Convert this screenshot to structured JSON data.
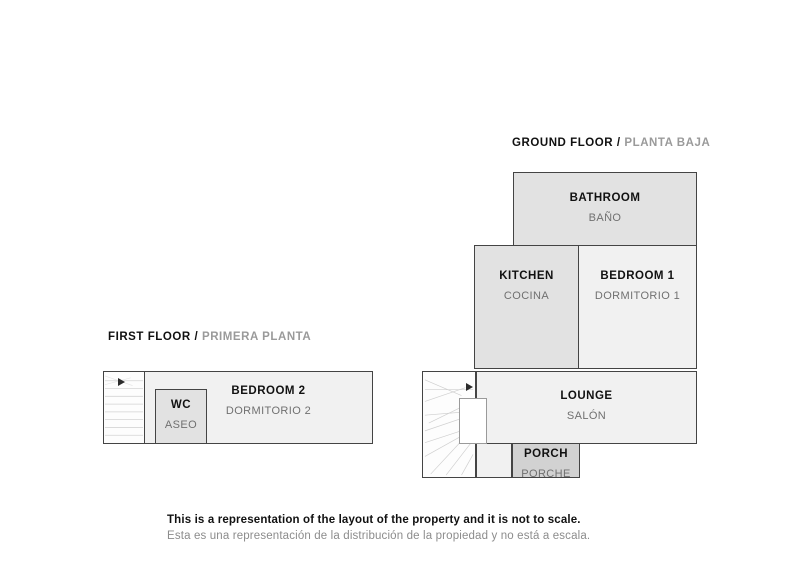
{
  "document": {
    "type": "floor-plan",
    "disclaimer": {
      "english": "This is a representation of the layout of the property and it is not to scale.",
      "spanish": "Esta es una representación de la distribución de la propiedad y no está a escala."
    }
  },
  "colors": {
    "wall": "#444444",
    "fill_mid": "#d2d2d2",
    "fill_light": "#e2e2e2",
    "fill_pale": "#f1f1f1",
    "label_primary": "#111111",
    "label_secondary": "#707070",
    "heading_secondary": "#9a9a9a"
  },
  "floors": [
    {
      "id": "ground",
      "heading": {
        "english": "GROUND FLOOR",
        "separator": " / ",
        "spanish": "PLANTA BAJA"
      },
      "rooms": [
        {
          "id": "bathroom",
          "english": "BATHROOM",
          "spanish": "BAÑO"
        },
        {
          "id": "kitchen",
          "english": "KITCHEN",
          "spanish": "COCINA"
        },
        {
          "id": "bedroom1",
          "english": "BEDROOM 1",
          "spanish": "DORMITORIO 1"
        },
        {
          "id": "lounge",
          "english": "LOUNGE",
          "spanish": "SALÓN"
        },
        {
          "id": "porch",
          "english": "PORCH",
          "spanish": "PORCHE"
        }
      ]
    },
    {
      "id": "first",
      "heading": {
        "english": "FIRST FLOOR",
        "separator": " / ",
        "spanish": "PRIMERA PLANTA"
      },
      "rooms": [
        {
          "id": "wc",
          "english": "WC",
          "spanish": "ASEO"
        },
        {
          "id": "bedroom2",
          "english": "BEDROOM 2",
          "spanish": "DORMITORIO 2"
        }
      ]
    }
  ]
}
